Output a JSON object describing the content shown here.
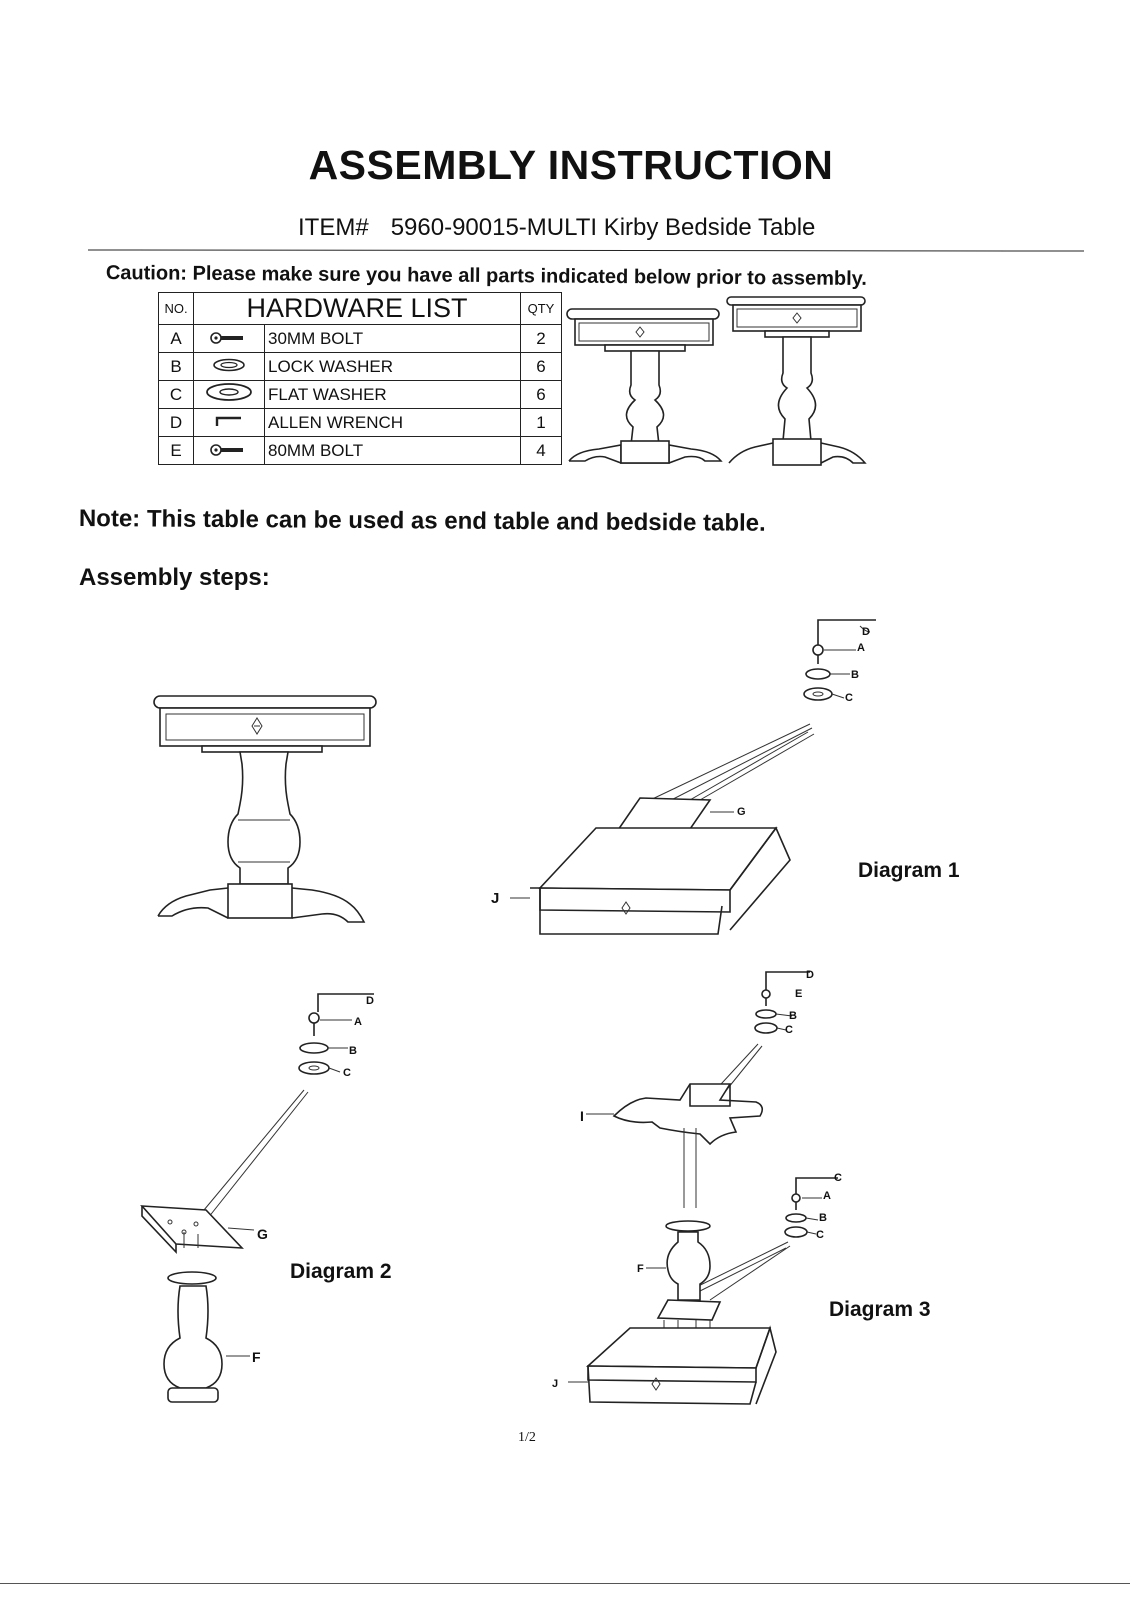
{
  "header": {
    "title": "ASSEMBLY INSTRUCTION",
    "item_prefix": "ITEM#",
    "item_text": "5960-90015-MULTI Kirby Bedside Table"
  },
  "caution": "Caution: Please make sure you have all parts indicated below prior to assembly.",
  "hardware": {
    "col_no": "NO.",
    "col_list": "HARDWARE LIST",
    "col_qty": "QTY",
    "rows": [
      {
        "no": "A",
        "name": "30MM BOLT",
        "qty": "2",
        "icon": "bolt-icon"
      },
      {
        "no": "B",
        "name": "LOCK WASHER",
        "qty": "6",
        "icon": "lock-washer-icon"
      },
      {
        "no": "C",
        "name": "FLAT WASHER",
        "qty": "6",
        "icon": "flat-washer-icon"
      },
      {
        "no": "D",
        "name": "ALLEN WRENCH",
        "qty": "1",
        "icon": "allen-wrench-icon"
      },
      {
        "no": "E",
        "name": "80MM BOLT",
        "qty": "4",
        "icon": "bolt-icon"
      }
    ]
  },
  "note": "Note: This table can be used as end table and bedside table.",
  "steps_heading": "Assembly steps:",
  "diagrams": {
    "d1": "Diagram 1",
    "d2": "Diagram 2",
    "d3": "Diagram 3"
  },
  "part_tags": {
    "a": "A",
    "b": "B",
    "c": "C",
    "d": "D",
    "e": "E",
    "f": "F",
    "g": "G",
    "i": "I",
    "j": "J"
  },
  "page_number": "1/2"
}
